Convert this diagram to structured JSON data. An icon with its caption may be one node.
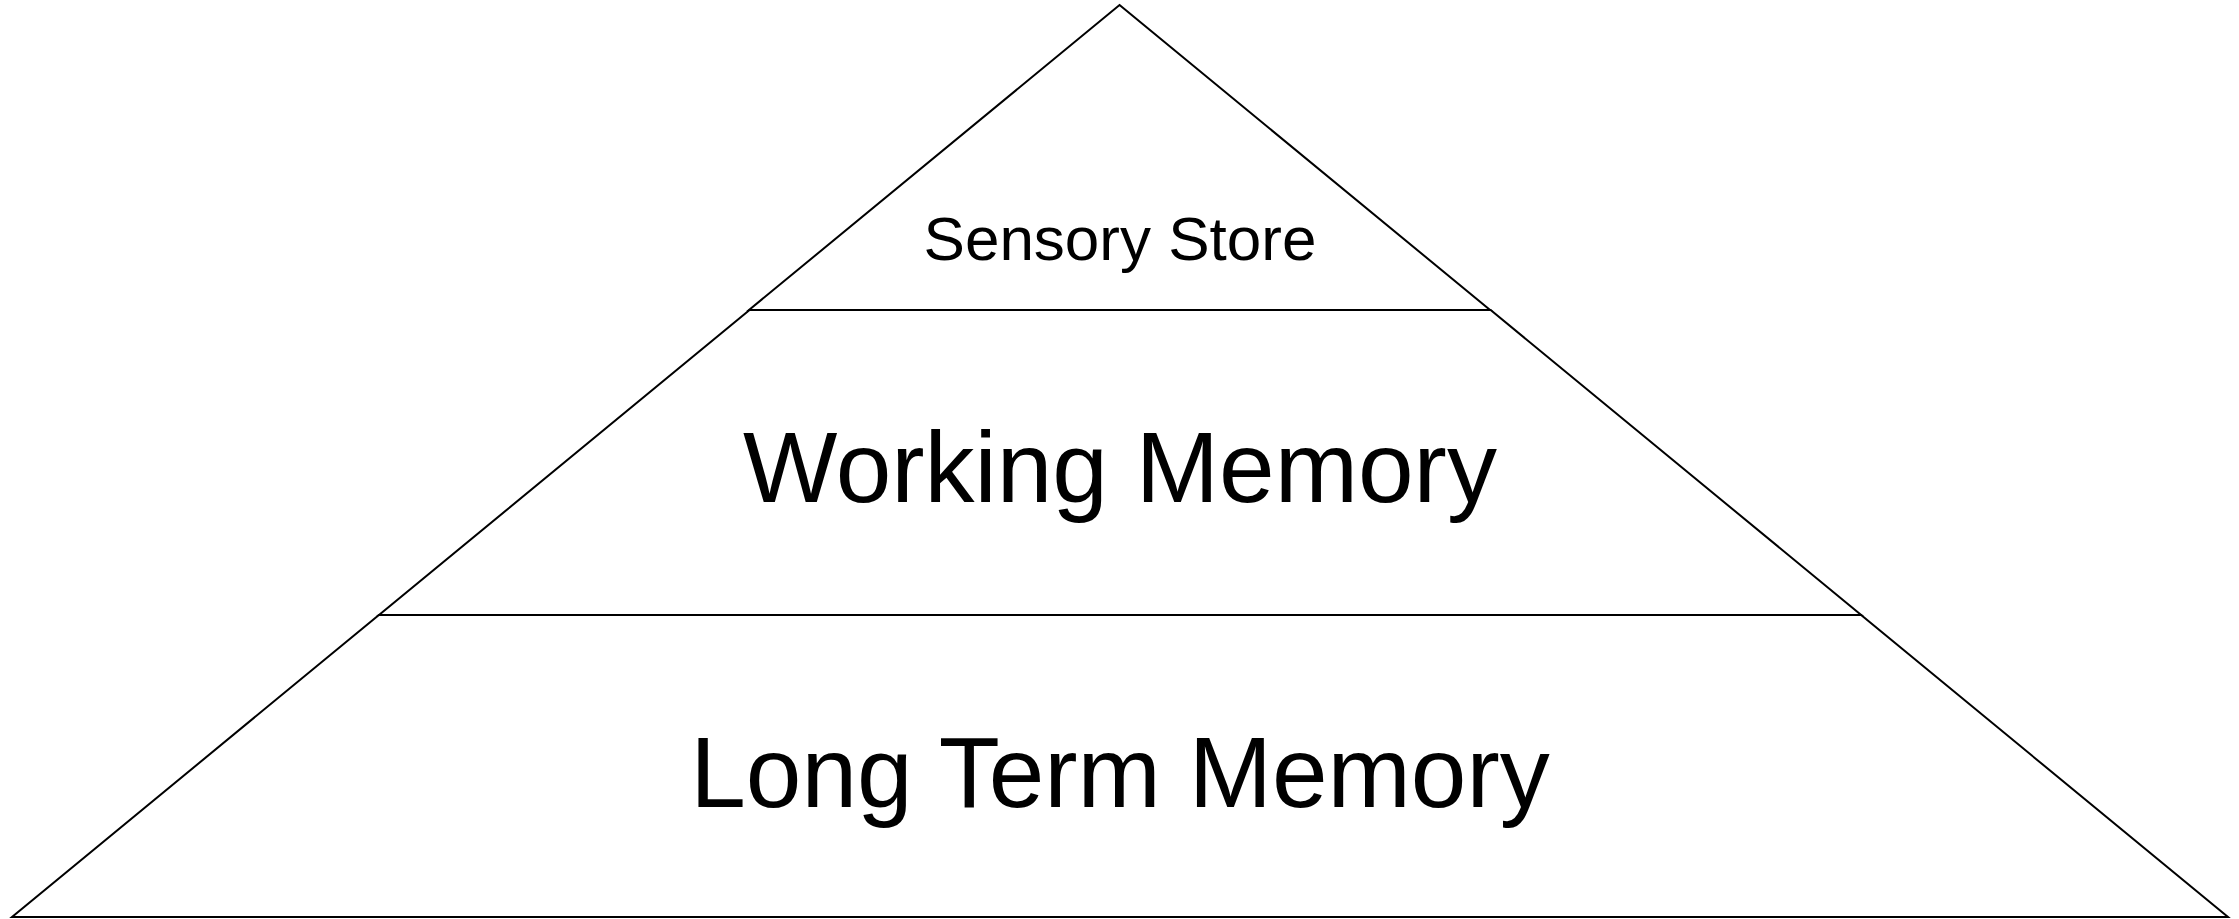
{
  "diagram": {
    "nodes": [
      {
        "text": [
          "Sensory Store"
        ]
      },
      {
        "text": [
          "Working Memory"
        ]
      },
      {
        "text": [
          "Long Term Memory"
        ]
      }
    ]
  }
}
